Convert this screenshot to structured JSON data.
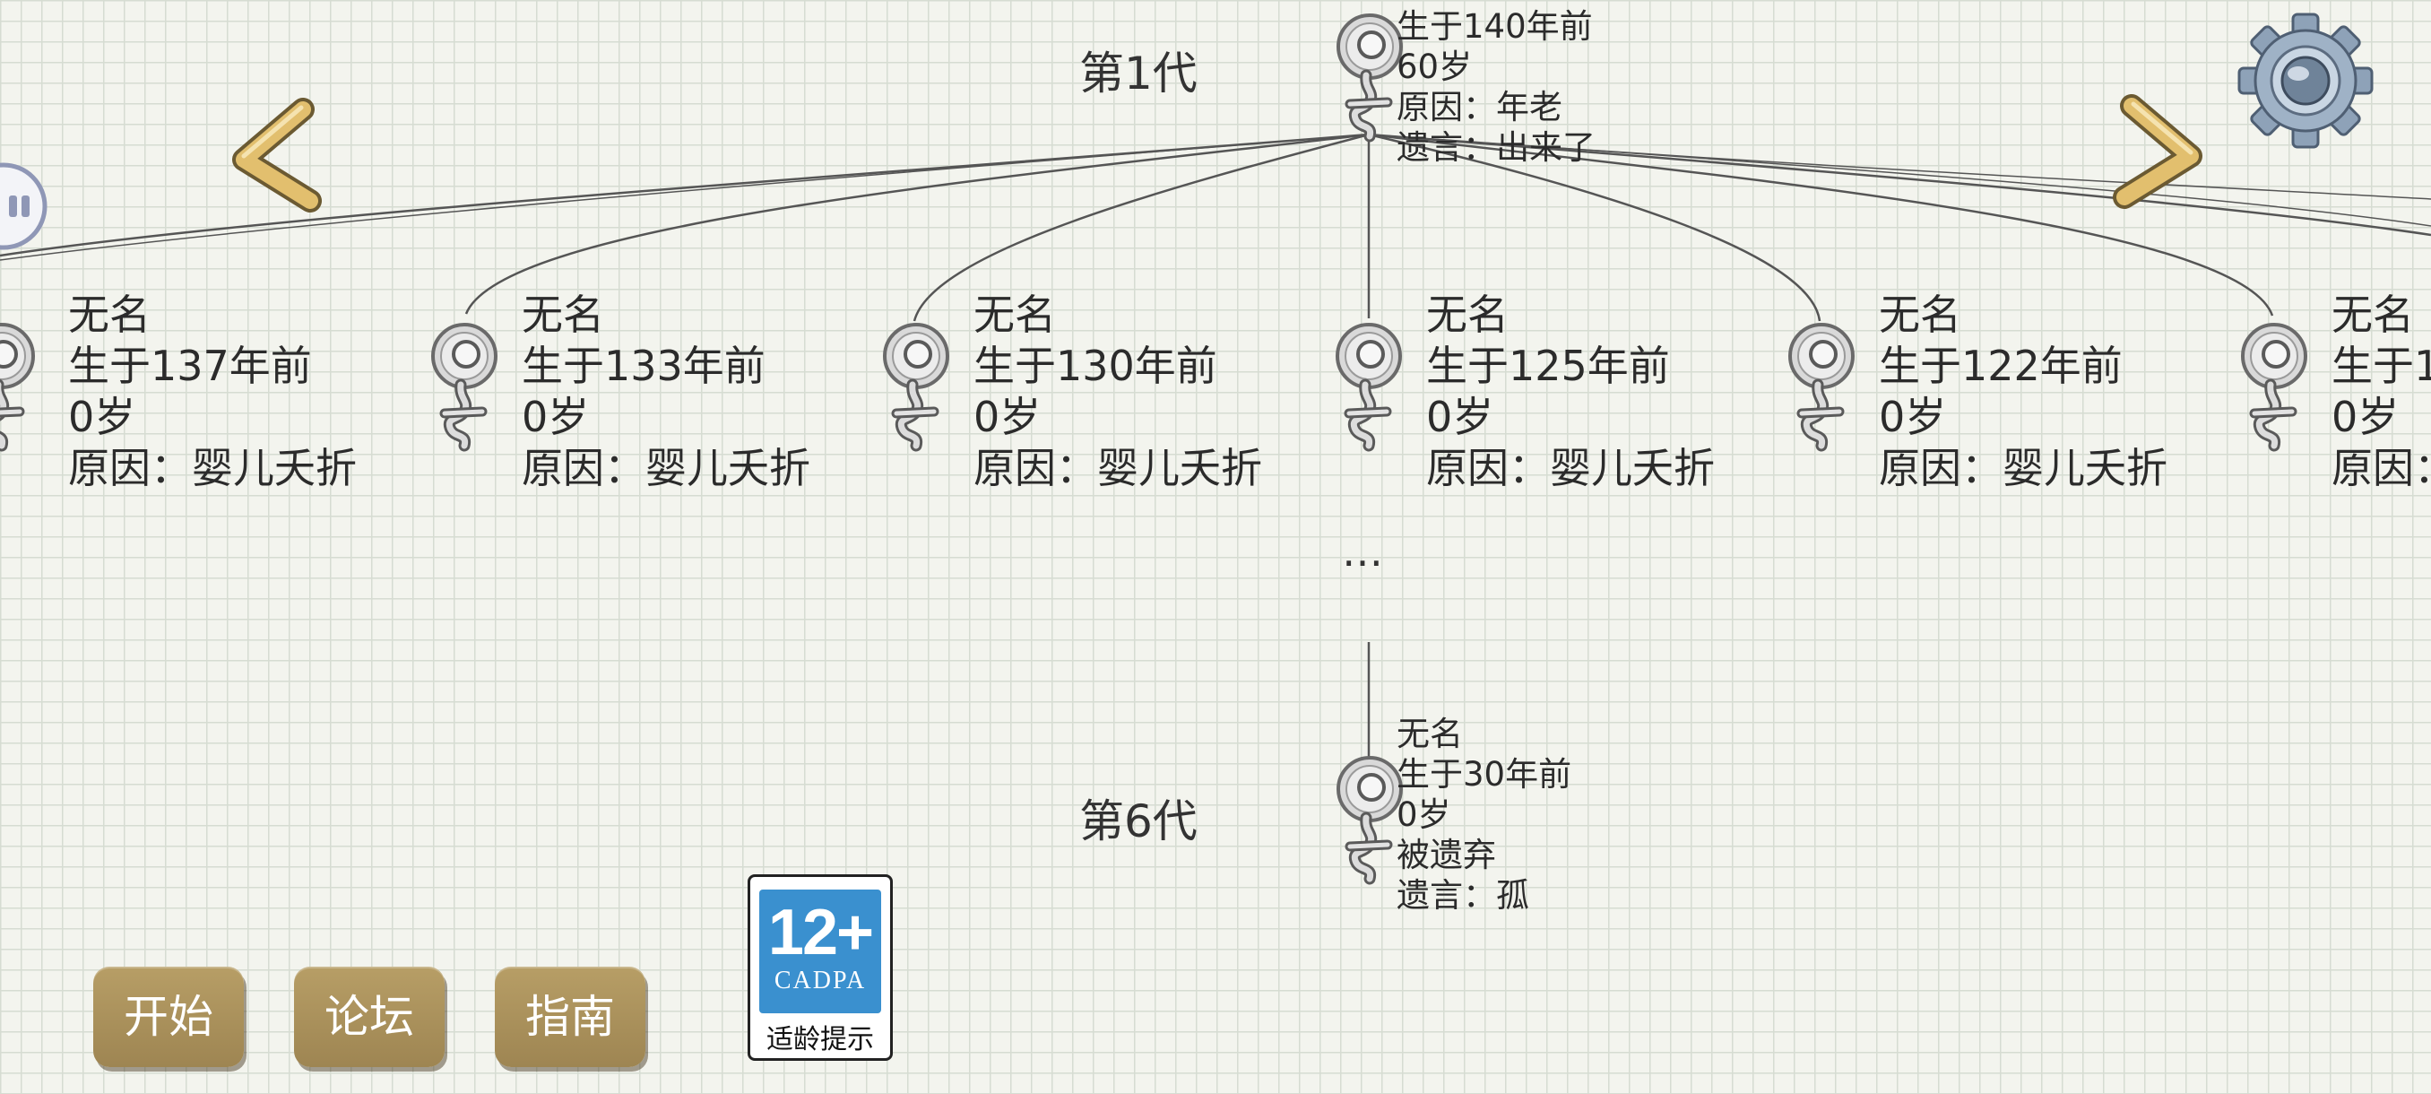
{
  "generations": [
    {
      "label": "第1代"
    },
    {
      "label": "第6代"
    }
  ],
  "root_person": {
    "lines": [
      "生于140年前",
      "60岁",
      "原因：年老",
      "遗言：出来了"
    ]
  },
  "children": [
    {
      "lines": [
        "无名",
        "生于137年前",
        "0岁",
        "原因：婴儿夭折"
      ]
    },
    {
      "lines": [
        "无名",
        "生于133年前",
        "0岁",
        "原因：婴儿夭折"
      ]
    },
    {
      "lines": [
        "无名",
        "生于130年前",
        "0岁",
        "原因：婴儿夭折"
      ]
    },
    {
      "lines": [
        "无名",
        "生于125年前",
        "0岁",
        "原因：婴儿夭折"
      ]
    },
    {
      "lines": [
        "无名",
        "生于122年前",
        "0岁",
        "原因：婴儿夭折"
      ]
    },
    {
      "lines": [
        "无名",
        "生于1",
        "0岁",
        "原因："
      ]
    }
  ],
  "ellipsis": "…",
  "gen6_person": {
    "lines": [
      "无名",
      "生于30年前",
      "0岁",
      "被遗弃",
      "遗言：孤"
    ]
  },
  "menu": {
    "start": "开始",
    "forum": "论坛",
    "guide": "指南"
  },
  "age_rating": {
    "rating": "12+",
    "org": "CADPA",
    "tip": "适龄提示"
  },
  "icons": {
    "prev": "chevron-left-icon",
    "next": "chevron-right-icon",
    "settings": "gear-icon",
    "side": "pause-icon",
    "person": "female-symbol-icon"
  },
  "colors": {
    "chevron": "#e2bf6e",
    "menu_button": "#a98f5b",
    "badge_blue": "#3a90cf",
    "line": "#555555"
  }
}
